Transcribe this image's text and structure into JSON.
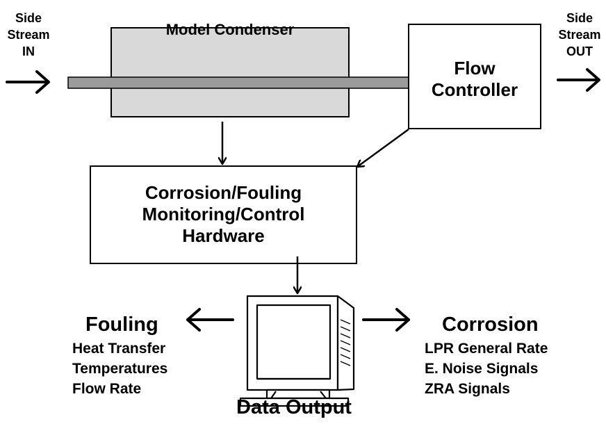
{
  "diagram": {
    "side_stream_in": {
      "line1": "Side",
      "line2": "Stream",
      "line3": "IN"
    },
    "side_stream_out": {
      "line1": "Side",
      "line2": "Stream",
      "line3": "OUT"
    },
    "model_condenser": {
      "label": "Model Condenser"
    },
    "flow_controller": {
      "line1": "Flow",
      "line2": "Controller"
    },
    "monitoring_hardware": {
      "line1": "Corrosion/Fouling",
      "line2": "Monitoring/Control",
      "line3": "Hardware"
    },
    "fouling": {
      "title": "Fouling",
      "items": [
        "Heat Transfer",
        "Temperatures",
        "Flow Rate"
      ]
    },
    "corrosion": {
      "title": "Corrosion",
      "items": [
        "LPR General Rate",
        "E. Noise Signals",
        "ZRA Signals"
      ]
    },
    "data_output": {
      "label": "Data Output"
    },
    "colors": {
      "line": "#000000",
      "condenser_fill": "#d9d9d9",
      "pipe_fill": "#9b9b9b",
      "monitor_fill": "#ffffff"
    },
    "icons": {
      "monitor": "computer-monitor-icon"
    }
  }
}
